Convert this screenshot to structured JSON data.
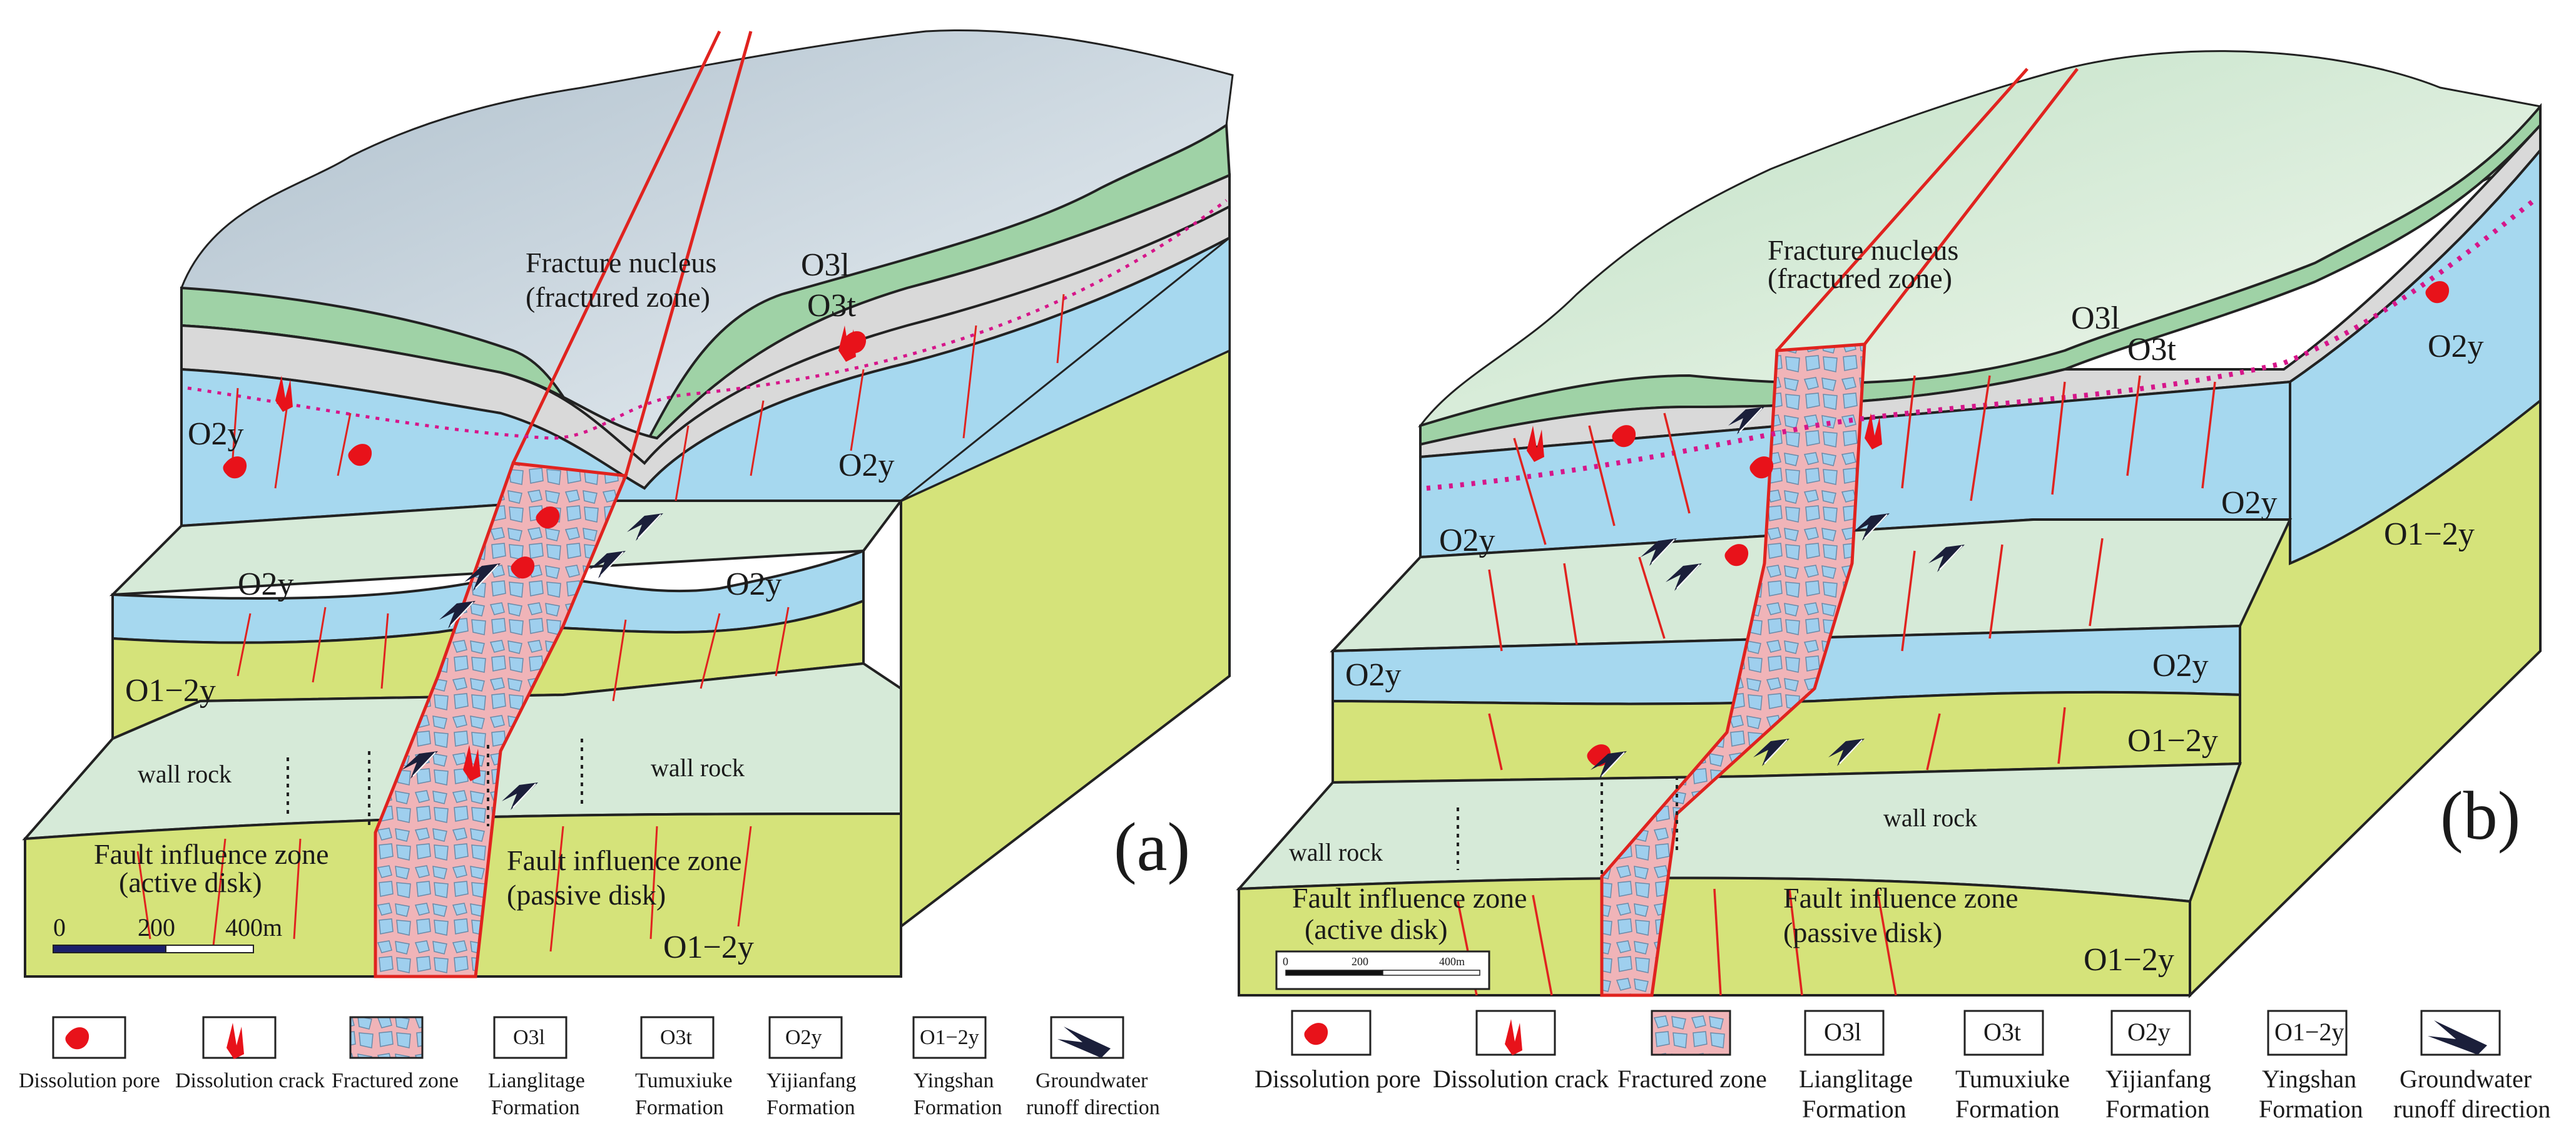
{
  "panels": [
    {
      "id": "a",
      "label": "(a)",
      "fracture_nucleus_line1": "Fracture nucleus",
      "fracture_nucleus_line2": "(fractured zone)",
      "formations": {
        "lianglitage": "O3l",
        "tumuxiuke": "O3t",
        "yijianfang": "O2y",
        "yingshan": "O1−2y"
      },
      "wall_rock": "wall rock",
      "fault_active_line1": "Fault influence zone",
      "fault_active_line2": "(active disk)",
      "fault_passive_line1": "Fault influence zone",
      "fault_passive_line2": "(passive disk)",
      "scale_labels": [
        "0",
        "200",
        "400m"
      ]
    },
    {
      "id": "b",
      "label": "(b)",
      "fracture_nucleus_line1": "Fracture nucleus",
      "fracture_nucleus_line2": "(fractured zone)",
      "formations": {
        "lianglitage": "O3l",
        "tumuxiuke": "O3t",
        "yijianfang": "O2y",
        "yingshan": "O1−2y"
      },
      "wall_rock": "wall rock",
      "fault_active_line1": "Fault influence zone",
      "fault_active_line2": "(active disk)",
      "fault_passive_line1": "Fault influence zone",
      "fault_passive_line2": "(passive disk)",
      "scale_labels": [
        "0",
        "200",
        "400m"
      ]
    }
  ],
  "legend": [
    {
      "key": "dissolution-pore",
      "label_line1": "Dissolution pore",
      "label_line2": ""
    },
    {
      "key": "dissolution-crack",
      "label_line1": "Dissolution crack",
      "label_line2": ""
    },
    {
      "key": "fractured-zone",
      "label_line1": "Fractured zone",
      "label_line2": ""
    },
    {
      "key": "lianglitage",
      "symbol": "O3l",
      "label_line1": "Lianglitage",
      "label_line2": "Formation"
    },
    {
      "key": "tumuxiuke",
      "symbol": "O3t",
      "label_line1": "Tumuxiuke",
      "label_line2": "Formation"
    },
    {
      "key": "yijianfang",
      "symbol": "O2y",
      "label_line1": "Yijianfang",
      "label_line2": "Formation"
    },
    {
      "key": "yingshan",
      "symbol": "O1−2y",
      "label_line1": "Yingshan",
      "label_line2": "Formation"
    },
    {
      "key": "groundwater",
      "label_line1": "Groundwater",
      "label_line2": "runoff direction"
    }
  ],
  "legend_b_line1_overrides": {
    "lianglitage": "Lianglitage"
  },
  "colors": {
    "sky": "#c3d3de",
    "lianglitage": "#9fd2a6",
    "tumuxiuke": "#d9d9d9",
    "yijianfang": "#a6d8ef",
    "yingshan": "#d5e37a",
    "wall_rock": "#d6ead8",
    "fault_fill": "#f0b4b8",
    "fault_line": "#e0231f",
    "dissolution": "#e8121a",
    "arrow": "#1b1f3a",
    "dotted_line": "#d6168a"
  },
  "icons": [
    "dissolution-pore-icon",
    "dissolution-crack-icon",
    "fractured-zone-icon",
    "groundwater-arrow-icon"
  ]
}
